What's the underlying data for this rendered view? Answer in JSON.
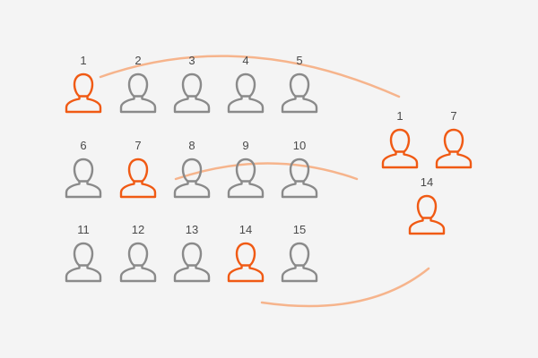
{
  "colors": {
    "highlight": "#f05a14",
    "normal": "#8a8a8a",
    "arc": "#f6b48c",
    "label": "#4a4a4a",
    "background": "#f4f4f4"
  },
  "icon": "person-outline-icon",
  "grid": {
    "people": [
      {
        "label": "1",
        "highlighted": true
      },
      {
        "label": "2",
        "highlighted": false
      },
      {
        "label": "3",
        "highlighted": false
      },
      {
        "label": "4",
        "highlighted": false
      },
      {
        "label": "5",
        "highlighted": false
      },
      {
        "label": "6",
        "highlighted": false
      },
      {
        "label": "7",
        "highlighted": true
      },
      {
        "label": "8",
        "highlighted": false
      },
      {
        "label": "9",
        "highlighted": false
      },
      {
        "label": "10",
        "highlighted": false
      },
      {
        "label": "11",
        "highlighted": false
      },
      {
        "label": "12",
        "highlighted": false
      },
      {
        "label": "13",
        "highlighted": false
      },
      {
        "label": "14",
        "highlighted": true
      },
      {
        "label": "15",
        "highlighted": false
      }
    ]
  },
  "selection": {
    "people": [
      {
        "label": "1"
      },
      {
        "label": "7"
      },
      {
        "label": "14"
      }
    ]
  }
}
